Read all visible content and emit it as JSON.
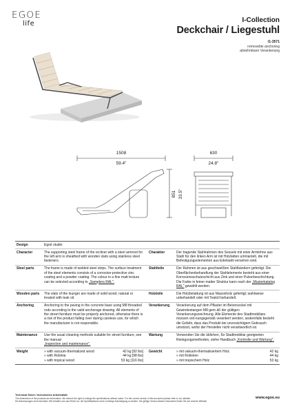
{
  "header": {
    "brand": "EGOE",
    "brand_sub": "life",
    "collection": "I-Collection",
    "title": "Deckchair / Liegestuhl",
    "code": "I1-3571",
    "anchoring_en": "removeble anchoring",
    "anchoring_de": "abnehmbare Verankerung"
  },
  "dimensions": {
    "length_mm": "1508",
    "length_in": "59.4\"",
    "width_mm": "630",
    "width_in": "24.8\"",
    "height_mm": "851",
    "height_in": "33.5\""
  },
  "spec": {
    "design": {
      "label": "Design",
      "value": "Egoé studio"
    },
    "character": {
      "label_en": "Character",
      "en": "The supporting steel frame of the recliner with a steel armrest for the left arm is sheathed with wooden slats using stainless steel fasteners.",
      "label_de": "Charakter",
      "de": "Der tragende Stahlrahmen des Sessels mit einer Armlehne aus Stahl für den linken Arm ist mit Holzlatten ummantelt, die mit Befestigungselementen aus Edelstahl versehen sind."
    },
    "steel": {
      "label_en": "Steel parts",
      "en": "The frame is made of welded steel strips. The surface treatment of the steel elements consists of a corrosion-protective zinc coating and a powder coating. The colour in a fine matt texture can be selected according to",
      "en_link": "„Samplers RAL\".",
      "label_de": "Stahlteile",
      "de": "Der Rahmen ist aus geschweißten Stahlbändern gefertigt. Die Oberflächenbehandlung der Stahlelemente besteht aus einer Korrosionsschutzschicht aus Zink und einer Pulverbeschichtung. Die Farbe in feiner matter Struktur kann nach der",
      "de_link": "„Musterkatalog RAL\"",
      "de_tail": "gewählt werden."
    },
    "wood": {
      "label_en": "Wooden parts",
      "en": "The slats of the lounger are made of solid wood; natural or treated with teak oil.",
      "label_de": "Holzteile",
      "de": "Die Holzbelattung ist aus Massivholz gefertigt; wahlweise unbehandelt oder mit Teaköl behandelt."
    },
    "anchoring": {
      "label_en": "Anchoring",
      "en": "Anchoring to the paving in the concrete base using M8 threaded rods according to the valid anchorage drawing. All elements of the street furniture must be properly anchored, otherwise there is a risk of the product falling over during careless use, for which the manufacturer is not responsible.",
      "label_de": "Verankerung",
      "de": "Verankerung auf dem Pflaster im Betonsockel mit Gewindestangen M8 gem äß der gültigen Verankerungszeichnung. Alle Elemente des Stadtmobiliars müssen ord-nungsgemäß verankert werden, andernfalls besteht die Gefahr, dass das Produkt bei unvorsichtigem Gebrauch umstürzt, wofür der Hersteller nicht verantwortlich ist."
    },
    "maintenance": {
      "label_en": "Maintenance",
      "en": "Use the usual cleaning methods suitable for street furniture, see the manual",
      "en_link": "„Inspection and maintenance\".",
      "label_de": "Wartung",
      "de": "Verwenden Sie die üblichen, für Stadtmobiliar geeigneten Reinigungsmethoden, siehe Handbuch",
      "de_link": "„Kontrolle und Wartung\"."
    },
    "weight": {
      "label_en": "Weight",
      "en": [
        {
          "name": "»   with vacuum-thermalized wood",
          "value": "42 kg [92 lbs]"
        },
        {
          "name": "»   with Robinia",
          "value": "44 kg [98 lbs]"
        },
        {
          "name": "»   with tropical wood",
          "value": "53 kg [116 lbs]"
        }
      ],
      "label_de": "Gewicht",
      "de": [
        {
          "name": "»   mit vakuum-thermalisiertem Holz",
          "value": "42 kg"
        },
        {
          "name": "»   mit Robinien",
          "value": "44 kg"
        },
        {
          "name": "»   mit tropischem Holz",
          "value": "53 kg"
        }
      ]
    }
  },
  "footer": {
    "title": "Technical Sheet / technisches Arbeitsblatt",
    "line1": "The dimensions of the products are informative. We reserve the right to change the specifications without notice. For the current version of this document please refer to our website.",
    "line2": "Die Abmessungen sind informativ. Wir behalten uns das Recht vor, die Spezifikationen ohne vorherige Ankündigung zu ändern. Die gültige Version dieses Dokuments finden Sie auf unserer Website.",
    "url": "www.egoe.eu"
  },
  "colors": {
    "ink": "#1a1a1a",
    "rule": "#bdbdbd",
    "link": "#1a1a1a"
  }
}
